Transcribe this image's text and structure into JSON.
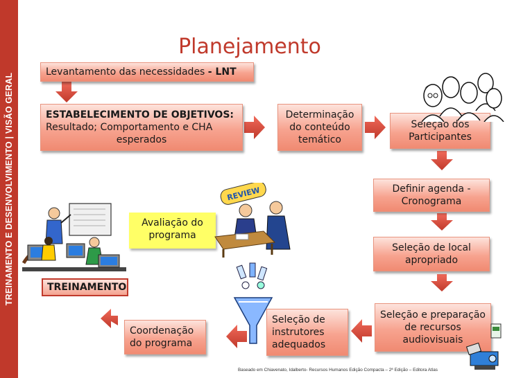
{
  "side_label": "TREINAMENTO E DESENVOLVIMENTO | VISÃO GERAL",
  "title": "Planejamento",
  "nodes": {
    "lnt": {
      "text": "Levantamento das necessidades ",
      "bold": "- LNT"
    },
    "objetivos": {
      "heading": "ESTABELECIMENTO DE OBJETIVOS:",
      "line1": "Resultado; Comportamento e CHA",
      "line2": "esperados"
    },
    "conteudo": {
      "line1": "Determinação",
      "line2": "do conteúdo",
      "line3": "temático"
    },
    "participantes": {
      "line1": "Seleção dos",
      "line2": "Participantes"
    },
    "agenda": {
      "line1": "Definir agenda -",
      "line2": "Cronograma"
    },
    "local": {
      "line1": "Seleção de local",
      "line2": "apropriado"
    },
    "recursos": {
      "line1": "Seleção e preparação",
      "line2": "de recursos",
      "line3": "audiovisuais"
    },
    "instrutores": {
      "line1": "Seleção de",
      "line2": "instrutores",
      "line3": "adequados"
    },
    "coordenacao": {
      "line1": "Coordenação",
      "line2": "do programa"
    },
    "avaliacao": {
      "line1": "Avaliação do",
      "line2": "programa"
    },
    "treinamento": "TREINAMENTO"
  },
  "clipart": {
    "review_sign": "REVIEW"
  },
  "footer": "Baseado em Chiavenato, Idalberto- Recursos Humanos Edição Compacta – 2ª Edição – Editora Atlas",
  "colors": {
    "accent_red": "#c0392b",
    "box_gradient_top": "#fde3dc",
    "box_gradient_bottom": "#f08a72",
    "highlight_yellow": "#ffff66"
  }
}
